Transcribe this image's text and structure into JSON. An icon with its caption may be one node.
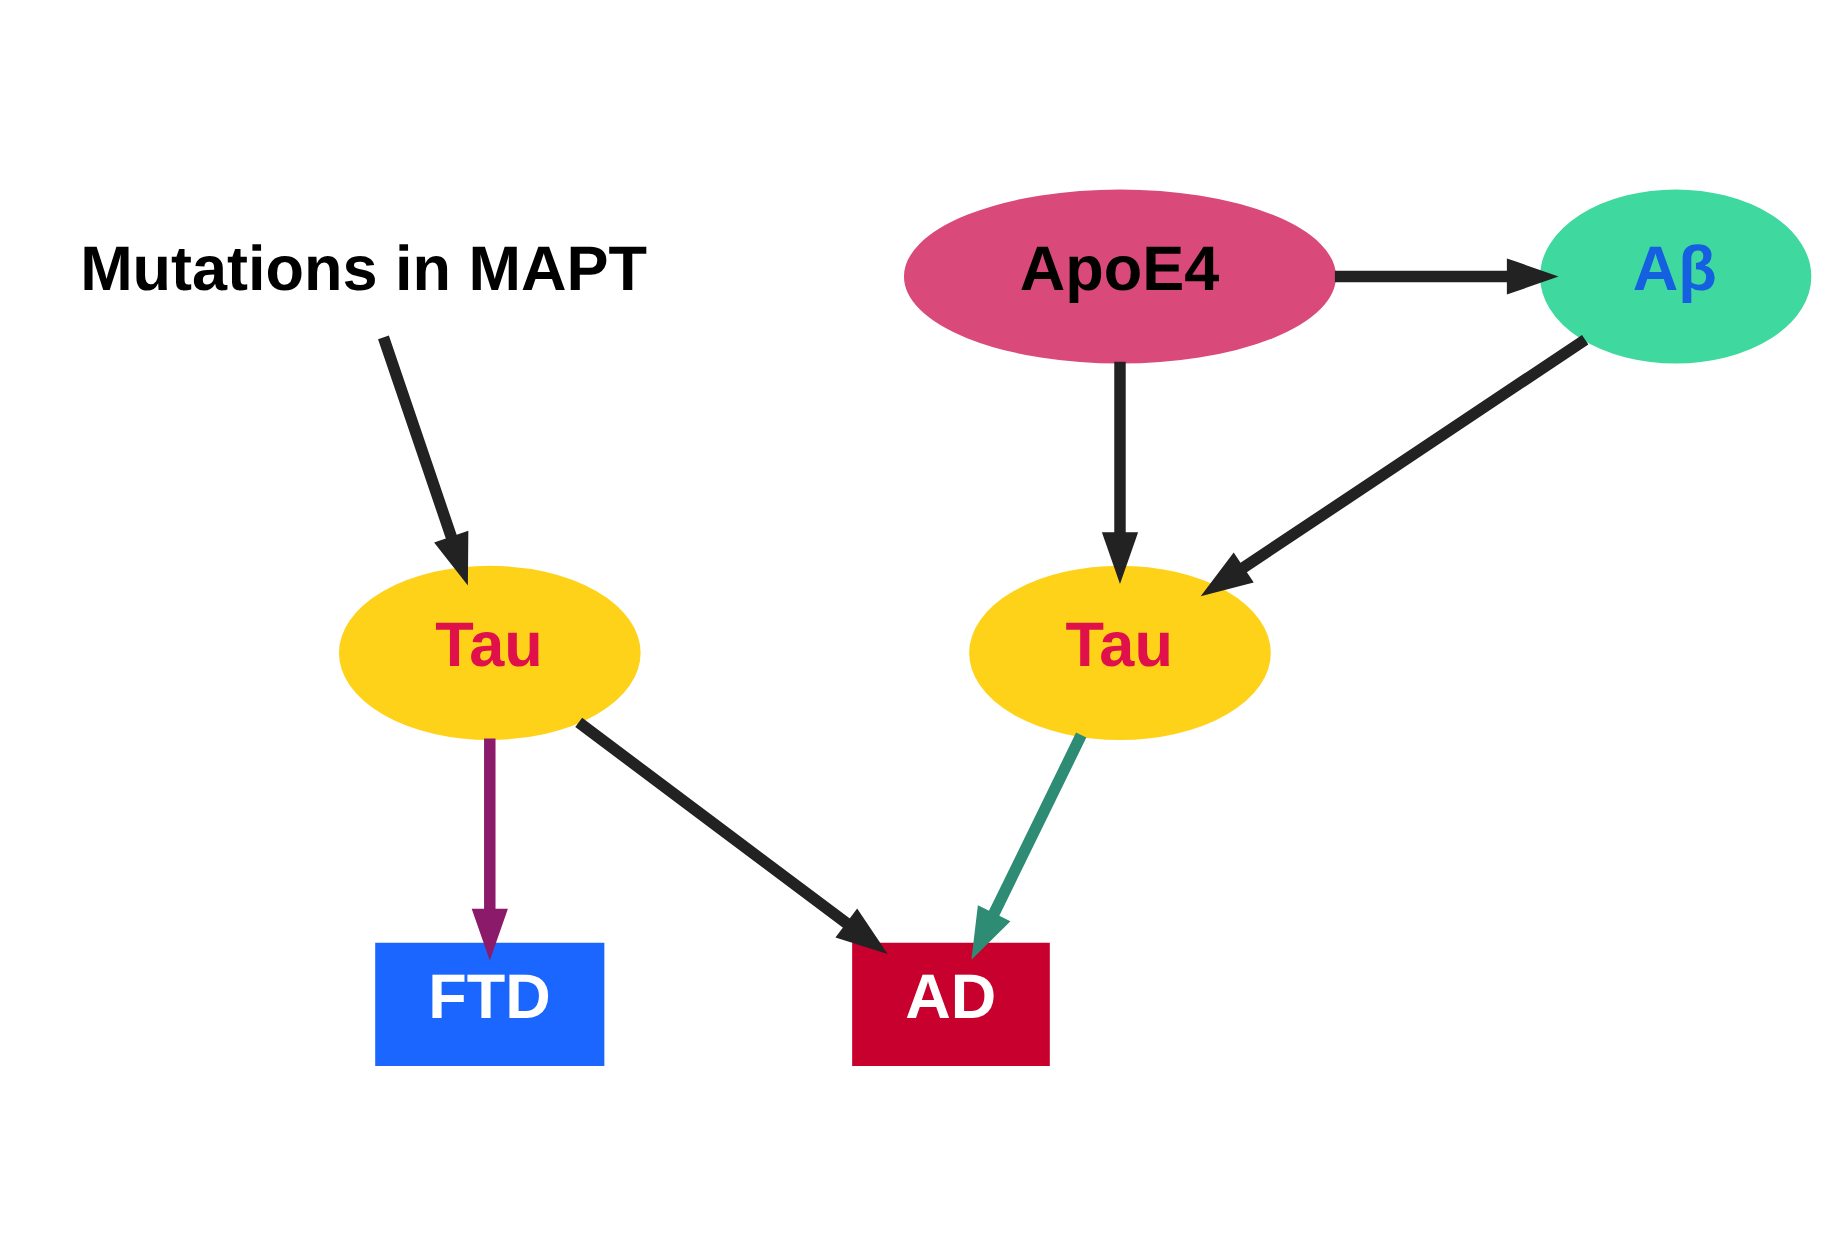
{
  "diagram": {
    "nodes": [
      {
        "text": [
          "Mutations in MAPT"
        ]
      },
      {
        "text": [
          "Aβ"
        ]
      },
      {
        "text": [
          "ApoE4"
        ]
      },
      {
        "text": [
          "Tau"
        ]
      },
      {
        "text": [
          "Tau"
        ]
      },
      {
        "text": [
          "FTD"
        ]
      },
      {
        "text": [
          "AD"
        ]
      }
    ],
    "edges": [
      {
        "from": 0,
        "to": 3,
        "arrow": "to"
      },
      {
        "from": 2,
        "to": 1,
        "arrow": "to"
      },
      {
        "from": 1,
        "to": 4,
        "arrow": "to"
      },
      {
        "from": 2,
        "to": 4,
        "arrow": "to"
      },
      {
        "from": 3,
        "to": 5,
        "arrow": "to",
        "color": "#8b1a6b"
      },
      {
        "from": 3,
        "to": 6,
        "arrow": "to"
      },
      {
        "from": 4,
        "to": 6,
        "arrow": "to",
        "color": "#2e8b74"
      }
    ]
  }
}
